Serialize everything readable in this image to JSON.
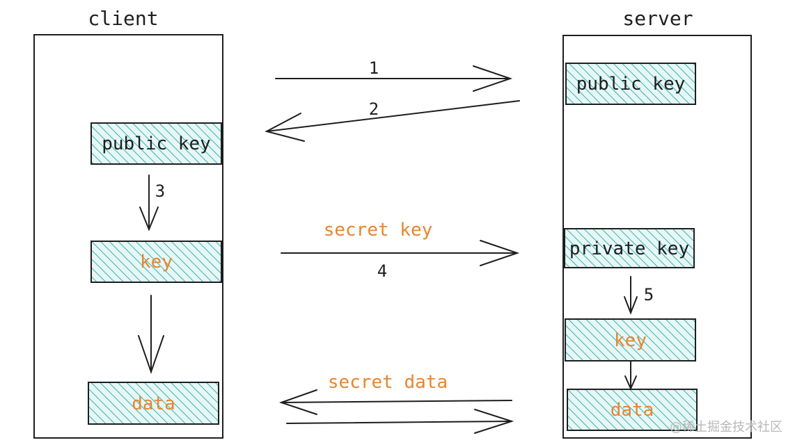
{
  "titles": {
    "client": "client",
    "server": "server"
  },
  "client": {
    "public_key": "public key",
    "key": "key",
    "data": "data"
  },
  "server": {
    "public_key": "public key",
    "private_key": "private key",
    "key": "key",
    "data": "data"
  },
  "steps": {
    "s1": "1",
    "s2": "2",
    "s3": "3",
    "s4": "4",
    "s5": "5"
  },
  "labels": {
    "secret_key": "secret key",
    "secret_data": "secret data"
  },
  "watermark": "@稀土掘金技术社区",
  "colors": {
    "stroke": "#1e1e1e",
    "hatch": "#38b2ac",
    "hatch_bg": "#e6f7f6",
    "orange": "#e6862e"
  }
}
